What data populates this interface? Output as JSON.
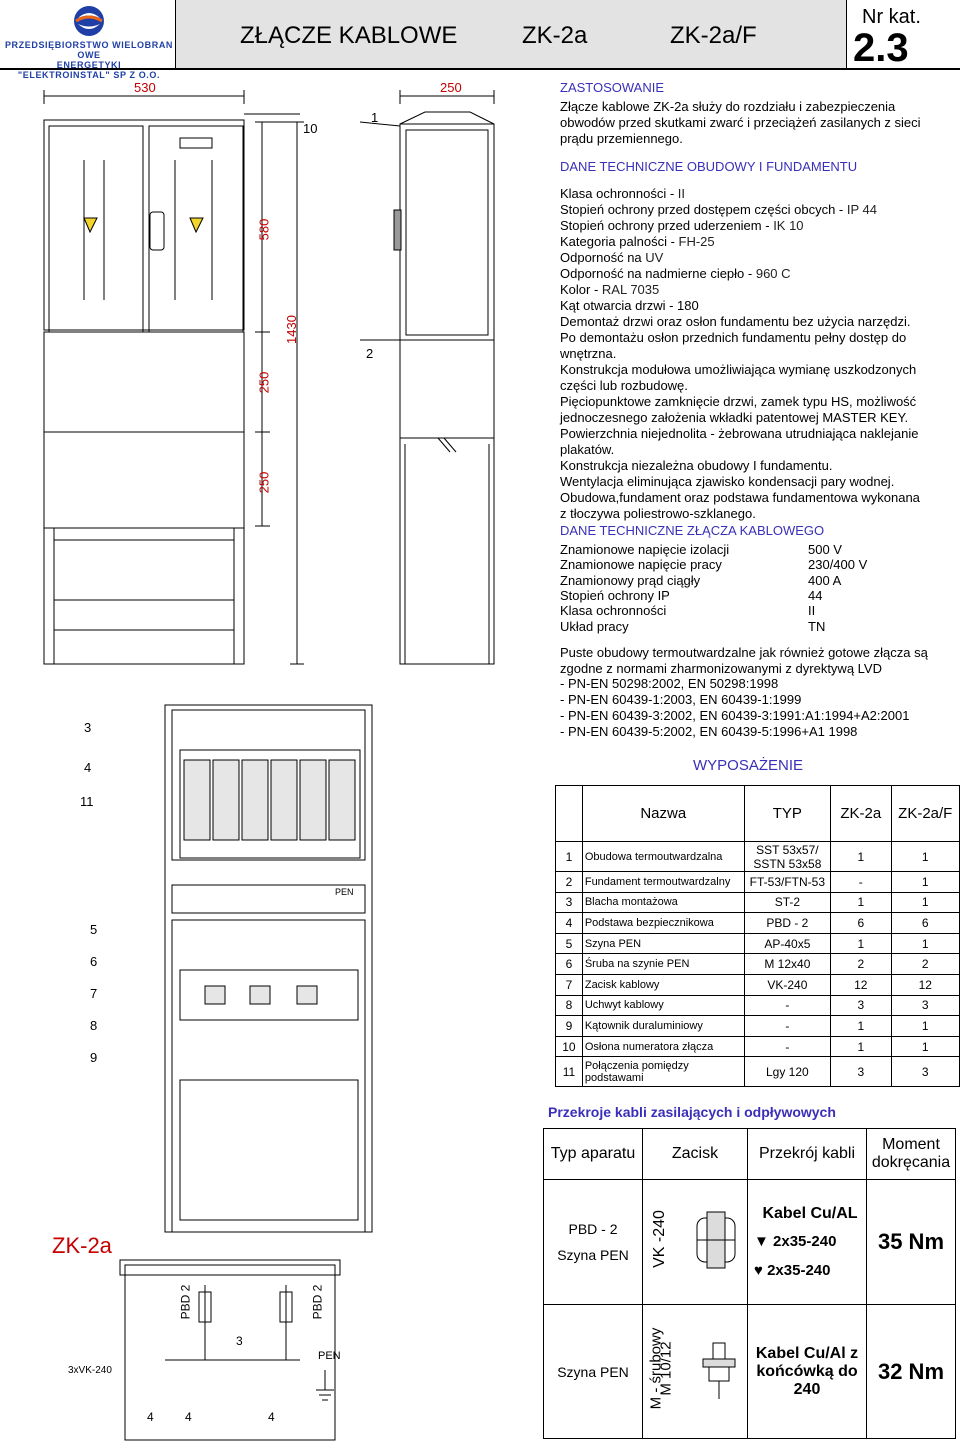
{
  "header": {
    "company_line1": "PRZEDSIĘBIORSTWO WIELOBRAN OWE",
    "company_line2": "ENERGETYKI",
    "company_line3": "\"ELEKTROINSTAL\" SP Z O.O.",
    "title": "ZŁĄCZE KABLOWE",
    "model_a": "ZK-2a",
    "model_b": "ZK-2a/F",
    "catalog_label": "Nr kat.",
    "catalog_number": "2.3"
  },
  "drawing": {
    "dims": {
      "width": "530",
      "depth": "250",
      "upper": "580",
      "mid": "250",
      "low": "250",
      "total": "1430"
    },
    "callouts": [
      "10",
      "1",
      "2",
      "3",
      "4",
      "11",
      "5",
      "6",
      "7",
      "8",
      "9"
    ],
    "pen_label": "PEN",
    "model_label": "ZK-2a",
    "schematic": {
      "feeder": "3xVK-240",
      "pbd_left": "PBD 2",
      "pbd_right": "PBD 2",
      "pen": "PEN",
      "n3": "3",
      "n4a": "4",
      "n4b": "4",
      "n4c": "4"
    }
  },
  "application": {
    "title": "ZASTOSOWANIE",
    "text": "Złącze kablowe ZK-2a służy do rozdziału i zabezpieczenia obwodów przed skutkami zwarć i przeciążeń zasilanych z sieci prądu przemiennego."
  },
  "tech": {
    "title": "DANE TECHNICZNE OBUDOWY I FUNDAMENTU",
    "items": [
      {
        "text": "Klasa ochronności - ",
        "value": "II"
      },
      {
        "text": "Stopień ochrony przed dostępem części obcych - ",
        "value": "IP 44"
      },
      {
        "text": "Stopień ochrony przed uderzeniem - ",
        "value": "IK 10"
      },
      {
        "text": "Kategoria palności - ",
        "value": "FH-25"
      },
      {
        "text": "Odporność na ",
        "value": "UV"
      },
      {
        "text": "Odporność na nadmierne ciepło - ",
        "value": "960 C"
      },
      {
        "text": "Kolor - ",
        "value": "RAL 7035"
      },
      {
        "text": "Kąt otwarcia drzwi - 180",
        "value": ""
      },
      {
        "text": "Demontaż drzwi oraz osłon fundamentu bez użycia narzędzi.",
        "value": ""
      },
      {
        "text": "Po demontażu osłon przednich fundamentu pełny dostęp do",
        "value": ""
      },
      {
        "text": "wnętrzna.",
        "value": ""
      },
      {
        "text": "Konstrukcja modułowa umożliwiająca wymianę uszkodzonych",
        "value": ""
      },
      {
        "text": "części lub rozbudowę.",
        "value": ""
      },
      {
        "text": "Pięciopunktowe zamknięcie drzwi, zamek typu HS, możliwość",
        "value": ""
      },
      {
        "text": "jednoczesnego założenia wkładki patentowej MASTER KEY.",
        "value": ""
      },
      {
        "text": "Powierzchnia niejednolita - żebrowana utrudniająca naklejanie",
        "value": ""
      },
      {
        "text": "plakatów.",
        "value": ""
      },
      {
        "text": "Konstrukcja niezależna obudowy I fundamentu.",
        "value": ""
      },
      {
        "text": "Wentylacja eliminująca zjawisko kondensacji pary wodnej.",
        "value": ""
      },
      {
        "text": "Obudowa,fundament oraz podstawa fundamentowa wykonana",
        "value": ""
      },
      {
        "text": "z tłoczywa poliestrowo-szklanego.",
        "value": ""
      }
    ]
  },
  "spec": {
    "title": "DANE TECHNICZNE ZŁĄCZA KABLOWEGO",
    "rows": [
      {
        "label": "Znamionowe napięcie izolacji",
        "value": "500 V"
      },
      {
        "label": "Znamionowe napięcie pracy",
        "value": "230/400 V"
      },
      {
        "label": "Znamionowy prąd ciągły",
        "value": "400 A"
      },
      {
        "label": "Stopień ochrony IP",
        "value": "44"
      },
      {
        "label": "Klasa ochronności",
        "value": "II"
      },
      {
        "label": "Układ pracy",
        "value": "TN"
      }
    ]
  },
  "standards": {
    "intro": "Puste obudowy termoutwardzalne jak również gotowe złącza są zgodne z normami zharmonizowanymi z dyrektywą LVD",
    "items": [
      "- PN-EN 50298:2002, EN 50298:1998",
      "- PN-EN 60439-1:2003, EN 60439-1:1999",
      "- PN-EN 60439-3:2002, EN 60439-3:1991:A1:1994+A2:2001",
      "- PN-EN 60439-5:2002, EN 60439-5:1996+A1 1998"
    ]
  },
  "equipment": {
    "title": "WYPOSAŻENIE",
    "headers": [
      "",
      "Nazwa",
      "TYP",
      "ZK-2a",
      "ZK-2a/F"
    ],
    "rows": [
      {
        "no": "1",
        "name": "Obudowa termoutwardzalna",
        "type": "SST 53x57/ SSTN 53x58",
        "a": "1",
        "f": "1"
      },
      {
        "no": "2",
        "name": "Fundament termoutwardzalny",
        "type": "FT-53/FTN-53",
        "a": "-",
        "f": "1"
      },
      {
        "no": "3",
        "name": "Blacha montażowa",
        "type": "ST-2",
        "a": "1",
        "f": "1"
      },
      {
        "no": "4",
        "name": "Podstawa bezpiecznikowa",
        "type": "PBD - 2",
        "a": "6",
        "f": "6"
      },
      {
        "no": "5",
        "name": "Szyna PEN",
        "type": "AP-40x5",
        "a": "1",
        "f": "1"
      },
      {
        "no": "6",
        "name": "Śruba na szynie PEN",
        "type": "M 12x40",
        "a": "2",
        "f": "2"
      },
      {
        "no": "7",
        "name": "Zacisk kablowy",
        "type": "VK-240",
        "a": "12",
        "f": "12"
      },
      {
        "no": "8",
        "name": "Uchwyt kablowy",
        "type": "-",
        "a": "3",
        "f": "3"
      },
      {
        "no": "9",
        "name": "Kątownik duraluminiowy",
        "type": "-",
        "a": "1",
        "f": "1"
      },
      {
        "no": "10",
        "name": "Osłona numeratora złącza",
        "type": "-",
        "a": "1",
        "f": "1"
      },
      {
        "no": "11",
        "name": "Połączenia pomiędzy podstawami",
        "type": "Lgy 120",
        "a": "3",
        "f": "3"
      }
    ]
  },
  "cables": {
    "title": "Przekroje kabli zasilających i odpływowych",
    "headers": [
      "Typ aparatu",
      "Zacisk",
      "Przekrój kabli",
      "Moment dokręcania"
    ],
    "row1": {
      "device_a": "PBD - 2",
      "device_b": "Szyna PEN",
      "clamp": "VK -240",
      "cable_title": "Kabel Cu/AL",
      "sec1": "2x35-240",
      "sec2": "2x35-240",
      "torque": "35 Nm"
    },
    "row2": {
      "device": "Szyna PEN",
      "clamp_a": "M - śrubowy",
      "clamp_b": "M 10/12",
      "cable": "Kabel Cu/Al z końcówką do 240",
      "torque": "32 Nm"
    }
  }
}
